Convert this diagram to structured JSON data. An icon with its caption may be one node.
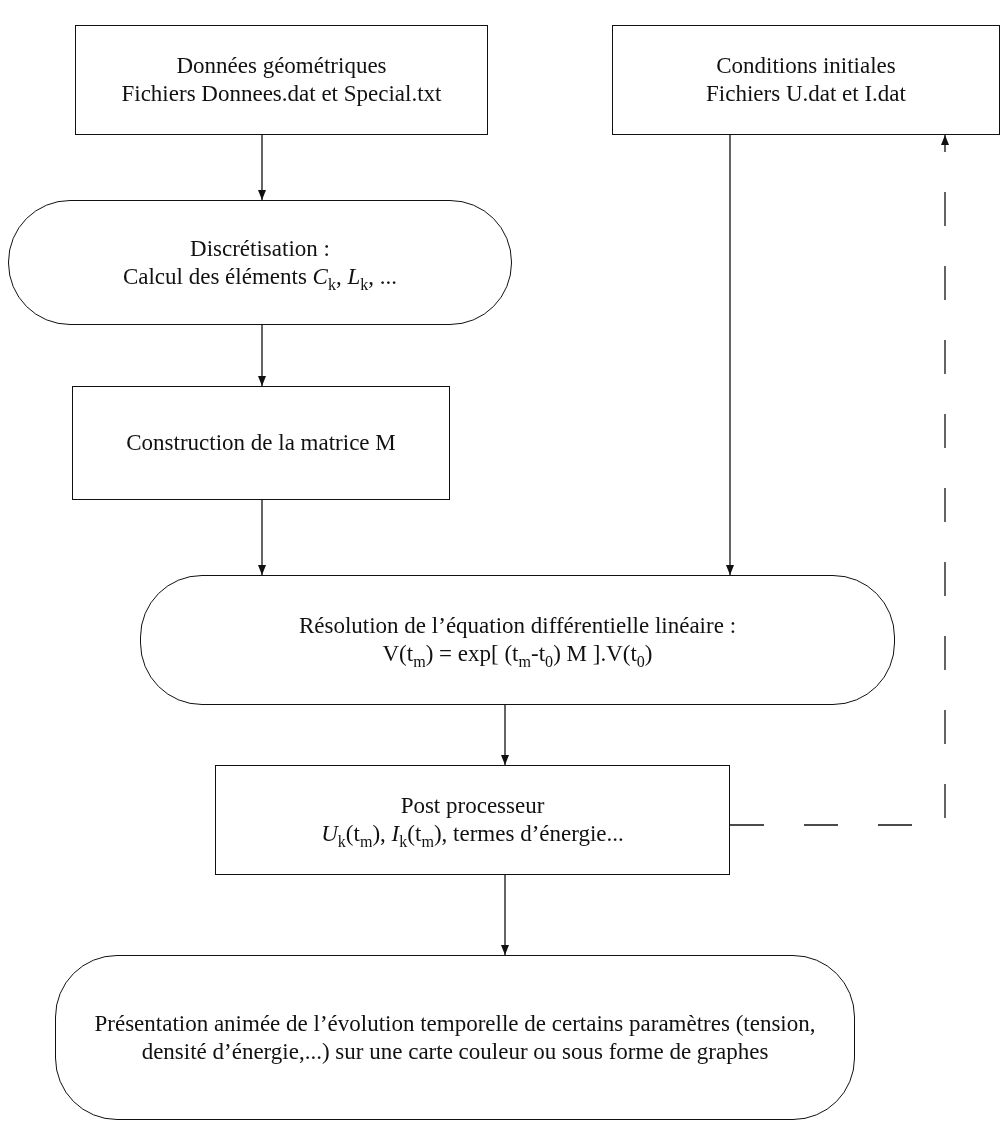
{
  "diagram": {
    "nodes": [
      {
        "text": [
          "Données géométriques",
          "Fichiers Donnees.dat et Special.txt"
        ]
      },
      {
        "text": [
          "Conditions initiales",
          "Fichiers U.dat et I.dat"
        ]
      },
      {
        "text": [
          "Discrétisation :",
          "Calcul des éléments *C*$_{k}$, *L*$_{k}$, ..."
        ]
      },
      {
        "text": [
          "Construction de la matrice M"
        ]
      },
      {
        "text": [
          "Résolution de l’équation différentielle linéaire :",
          "V(t$_{m}$) = exp[ (t$_{m}$-t$_{0}$) M ].V(t$_{0}$)"
        ]
      },
      {
        "text": [
          "Post processeur",
          "*U*$_{k}$(t$_{m}$), *I*$_{k}$(t$_{m}$), termes d’énergie..."
        ]
      },
      {
        "text": [
          "Présentation animée de l’évolution temporelle de certains paramètres (tension, densité d’énergie,...) sur une carte couleur ou sous forme de graphes"
        ]
      }
    ],
    "edges": [
      {
        "from": 0,
        "to": 2,
        "arrow": "to"
      },
      {
        "from": 2,
        "to": 3,
        "arrow": "to"
      },
      {
        "from": 3,
        "to": 4,
        "arrow": "to"
      },
      {
        "from": 1,
        "to": 4,
        "arrow": "to"
      },
      {
        "from": 4,
        "to": 5,
        "arrow": "to"
      },
      {
        "from": 5,
        "to": 6,
        "arrow": "to"
      },
      {
        "from": 5,
        "to": 1,
        "arrow": "to",
        "style": "dashed"
      }
    ]
  }
}
